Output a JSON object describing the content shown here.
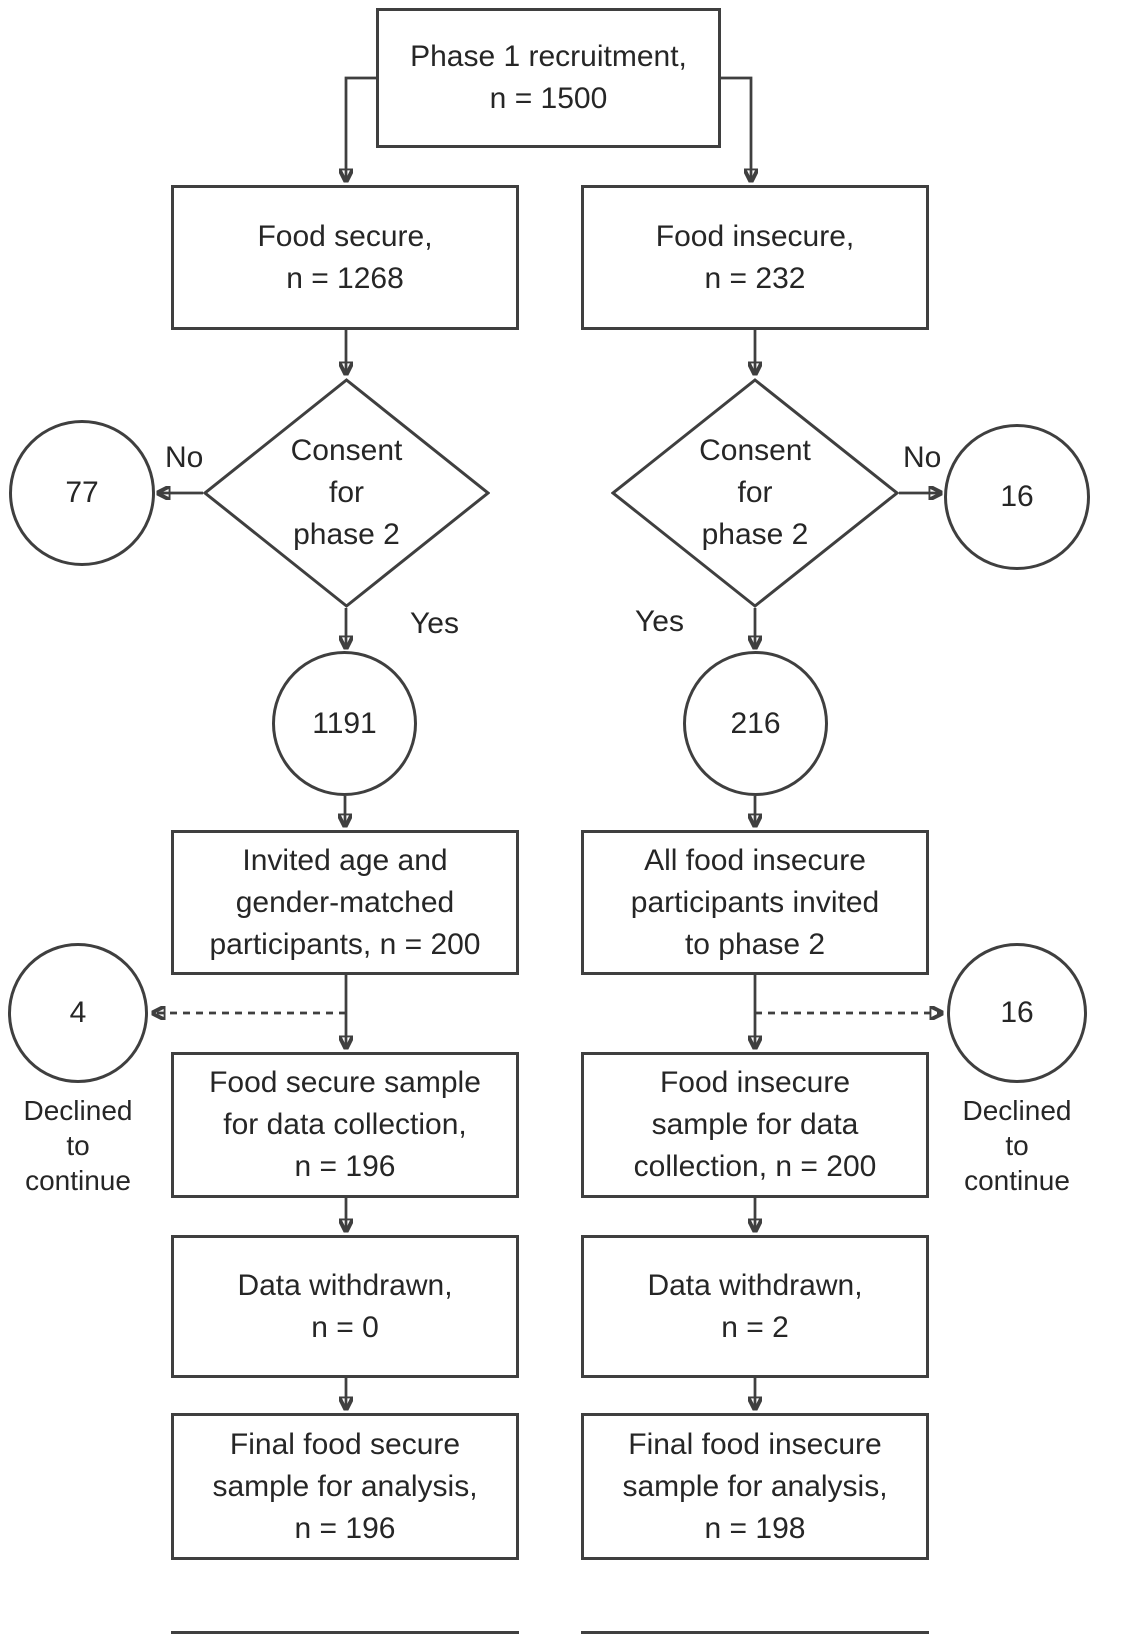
{
  "figure": {
    "background_color": "#ffffff",
    "line_color": "#3f3f3f",
    "text_color": "#262626",
    "nodes": {
      "phase1_recruitment": "Phase 1 recruitment,\nn = 1500",
      "food_secure": "Food secure,\nn = 1268",
      "food_insecure": "Food insecure,\nn = 232",
      "consent_decision_left": "Consent\nfor\nphase 2",
      "consent_decision_right": "Consent\nfor\nphase 2",
      "consent_no_left_count": "77",
      "consent_no_right_count": "16",
      "consent_yes_left_count": "1191",
      "consent_yes_right_count": "216",
      "invited_left": "Invited age and\ngender-matched\nparticipants, n = 200",
      "invited_right": "All food insecure\nparticipants invited\nto phase 2",
      "declined_left_count": "4",
      "declined_right_count": "16",
      "declined_left_caption": "Declined\nto\ncontinue",
      "declined_right_caption": "Declined\nto\ncontinue",
      "sample_left": "Food secure sample\nfor data collection,\nn = 196",
      "sample_right": "Food insecure\nsample for data\ncollection, n = 200",
      "withdrawn_left": "Data withdrawn,\nn = 0",
      "withdrawn_right": "Data withdrawn,\nn = 2",
      "final_left": "Final food secure\nsample for analysis,\nn = 196",
      "final_right": "Final food insecure\nsample for analysis,\nn = 198"
    },
    "edge_labels": {
      "no_left": "No",
      "no_right": "No",
      "yes_left": "Yes",
      "yes_right": "Yes"
    }
  }
}
